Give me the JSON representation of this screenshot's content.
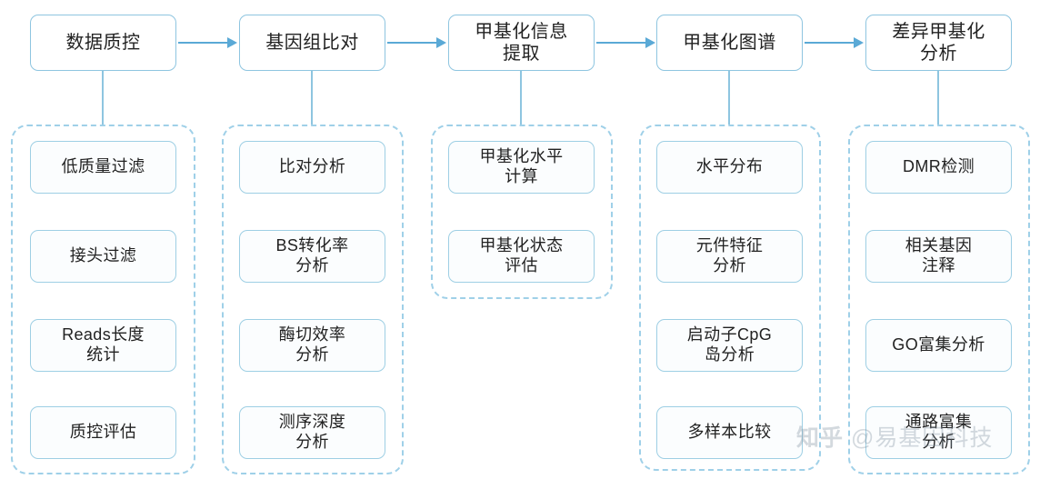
{
  "diagram": {
    "type": "flowchart",
    "title": "",
    "orientation": "left-to-right pipeline with vertical sub-task groups",
    "accent_color": "#5aa9d6",
    "border_color": "#8ec5e0",
    "dashed_border_color": "#9fd0e8",
    "sub_box_fill": "#fbfdfe",
    "text_color": "#222222"
  },
  "stages": [
    {
      "id": "stage-1",
      "label": "数据质控",
      "items": [
        {
          "label": "低质量过滤"
        },
        {
          "label": "接头过滤"
        },
        {
          "label": "Reads长度\n统计"
        },
        {
          "label": "质控评估"
        }
      ]
    },
    {
      "id": "stage-2",
      "label": "基因组比对",
      "items": [
        {
          "label": "比对分析"
        },
        {
          "label": "BS转化率\n分析"
        },
        {
          "label": "酶切效率\n分析"
        },
        {
          "label": "测序深度\n分析"
        }
      ]
    },
    {
      "id": "stage-3",
      "label": "甲基化信息\n提取",
      "items": [
        {
          "label": "甲基化水平\n计算"
        },
        {
          "label": "甲基化状态\n评估"
        }
      ]
    },
    {
      "id": "stage-4",
      "label": "甲基化图谱",
      "items": [
        {
          "label": "水平分布"
        },
        {
          "label": "元件特征\n分析"
        },
        {
          "label": "启动子CpG\n岛分析"
        },
        {
          "label": "多样本比较"
        }
      ]
    },
    {
      "id": "stage-5",
      "label": "差异甲基化\n分析",
      "items": [
        {
          "label": "DMR检测"
        },
        {
          "label": "相关基因\n注释"
        },
        {
          "label": "GO富集分析"
        },
        {
          "label": "通路富集\n分析"
        }
      ]
    }
  ],
  "arrows": [
    {
      "from": "stage-1",
      "to": "stage-2"
    },
    {
      "from": "stage-2",
      "to": "stage-3"
    },
    {
      "from": "stage-3",
      "to": "stage-4"
    },
    {
      "from": "stage-4",
      "to": "stage-5"
    }
  ],
  "watermark": {
    "platform": "知乎",
    "author": "@易基因科技"
  }
}
